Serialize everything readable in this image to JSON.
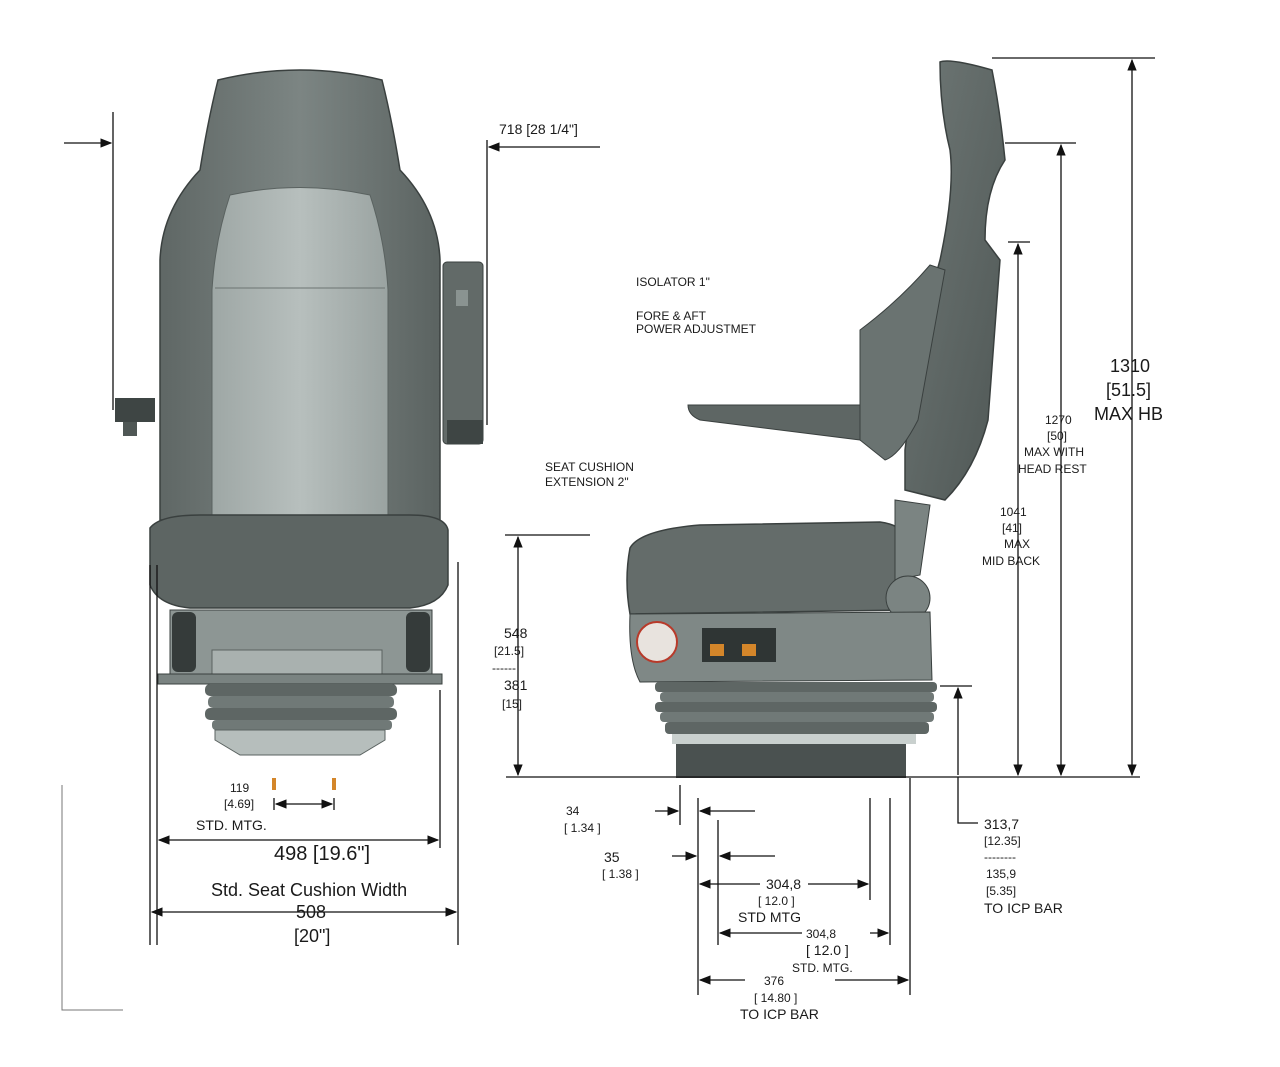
{
  "colors": {
    "seat_dark": "#4e5553",
    "seat_mid": "#6c7472",
    "seat_light": "#8f9896",
    "seat_panel": "#aab3b1",
    "line": "#111111",
    "accent_red": "#b83a2a",
    "accent_orange": "#d4862a"
  },
  "front_view": {
    "overall_width": "718 [28 1/4\"]",
    "mount_spacing": "119",
    "mount_spacing_in": "[4.69]",
    "mount_caption": "STD. MTG.",
    "width_498": "498 [19.6\"]",
    "cushion_width_title": "Std. Seat Cushion Width",
    "cushion_width_mm": "508",
    "cushion_width_in": "[20\"]"
  },
  "side_view": {
    "option_isolator": "ISOLATOR 1\"",
    "option_fore_aft_1": "FORE & AFT",
    "option_fore_aft_2": "POWER ADJUSTMET",
    "option_cushion_ext_1": "SEAT CUSHION",
    "option_cushion_ext_2": "EXTENSION 2\"",
    "height_1310_mm": "1310",
    "height_1310_in": "[51.5]",
    "height_1310_caption": "MAX HB",
    "height_1270_mm": "1270",
    "height_1270_in": "[50]",
    "height_1270_caption_1": "MAX WITH",
    "height_1270_caption_2": "HEAD REST",
    "height_1041_mm": "1041",
    "height_1041_in": "[41]",
    "height_1041_caption_1": "MAX",
    "height_1041_caption_2": "MID BACK",
    "height_548_mm": "548",
    "height_548_in": "[21.5]",
    "dashes": "------",
    "height_381_mm": "381",
    "height_381_in": "[15]",
    "dim_34_mm": "34",
    "dim_34_in": "[ 1.34 ]",
    "dim_35_mm": "35",
    "dim_35_in": "[ 1.38 ]",
    "dim_304_a_mm": "304,8",
    "dim_304_a_in": "[ 12.0 ]",
    "dim_304_a_caption": "STD MTG",
    "dim_304_b_mm": "304,8",
    "dim_304_b_in": "[ 12.0 ]",
    "dim_304_b_caption": "STD. MTG.",
    "dim_376_mm": "376",
    "dim_376_in": "[ 14.80 ]",
    "dim_376_caption": "TO ICP BAR",
    "dim_313_mm": "313,7",
    "dim_313_in": "[12.35]",
    "dim_313_dashes": "--------",
    "dim_135_mm": "135,9",
    "dim_135_in": "[5.35]",
    "dim_135_caption": "TO ICP BAR"
  }
}
